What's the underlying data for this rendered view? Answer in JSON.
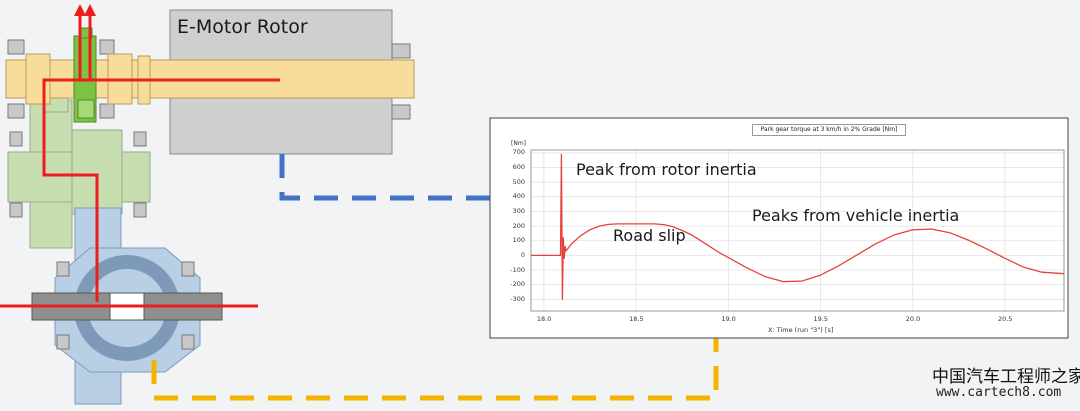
{
  "diagram": {
    "rotor_label": "E-Motor Rotor",
    "annotations": {
      "rotor_peak": "Peak from rotor inertia",
      "road_slip": "Road slip",
      "vehicle_peaks": "Peaks from vehicle inertia"
    },
    "colors": {
      "torque_path": "#ee1c1c",
      "rotor_inertia_arrow": "#4472c4",
      "vehicle_inertia_arrow": "#f5b400",
      "shaft": "#f8dc9a",
      "housing": "#cccccc",
      "differential": "#b8cfe6",
      "gears": "#c6ddb0",
      "park_gear": "#7dc243"
    }
  },
  "chart_data": {
    "type": "line",
    "title": "Park gear torque at 3 km/h in 2% Grade [Nm]",
    "ylabel": "[Nm]",
    "xlabel": "X: Time (run \"3\") [s]",
    "xlim": [
      17.93,
      20.82
    ],
    "ylim": [
      -380,
      720
    ],
    "xticks": [
      "18.0",
      "18.5",
      "19.0",
      "19.5",
      "20.0",
      "20.5"
    ],
    "yticks": [
      "700",
      "600",
      "500",
      "400",
      "300",
      "200",
      "100",
      "0",
      "-100",
      "-200",
      "-300"
    ],
    "grid": true,
    "series": [
      {
        "color": "#e8413c",
        "x": [
          17.93,
          18.09,
          18.095,
          18.1,
          18.105,
          18.11,
          18.115,
          18.12,
          18.15,
          18.2,
          18.25,
          18.3,
          18.35,
          18.4,
          18.5,
          18.6,
          18.65,
          18.7,
          18.75,
          18.8,
          18.85,
          18.9,
          18.95,
          19.0,
          19.1,
          19.2,
          19.3,
          19.4,
          19.5,
          19.6,
          19.7,
          19.8,
          19.9,
          20.0,
          20.1,
          20.2,
          20.3,
          20.4,
          20.5,
          20.6,
          20.7,
          20.82
        ],
        "y": [
          0,
          0,
          690,
          -300,
          120,
          -20,
          60,
          30,
          80,
          135,
          175,
          200,
          212,
          215,
          215,
          215,
          210,
          195,
          170,
          140,
          100,
          60,
          20,
          -15,
          -85,
          -145,
          -180,
          -175,
          -135,
          -70,
          5,
          80,
          140,
          175,
          180,
          155,
          105,
          45,
          -20,
          -80,
          -115,
          -125
        ]
      }
    ]
  }
}
